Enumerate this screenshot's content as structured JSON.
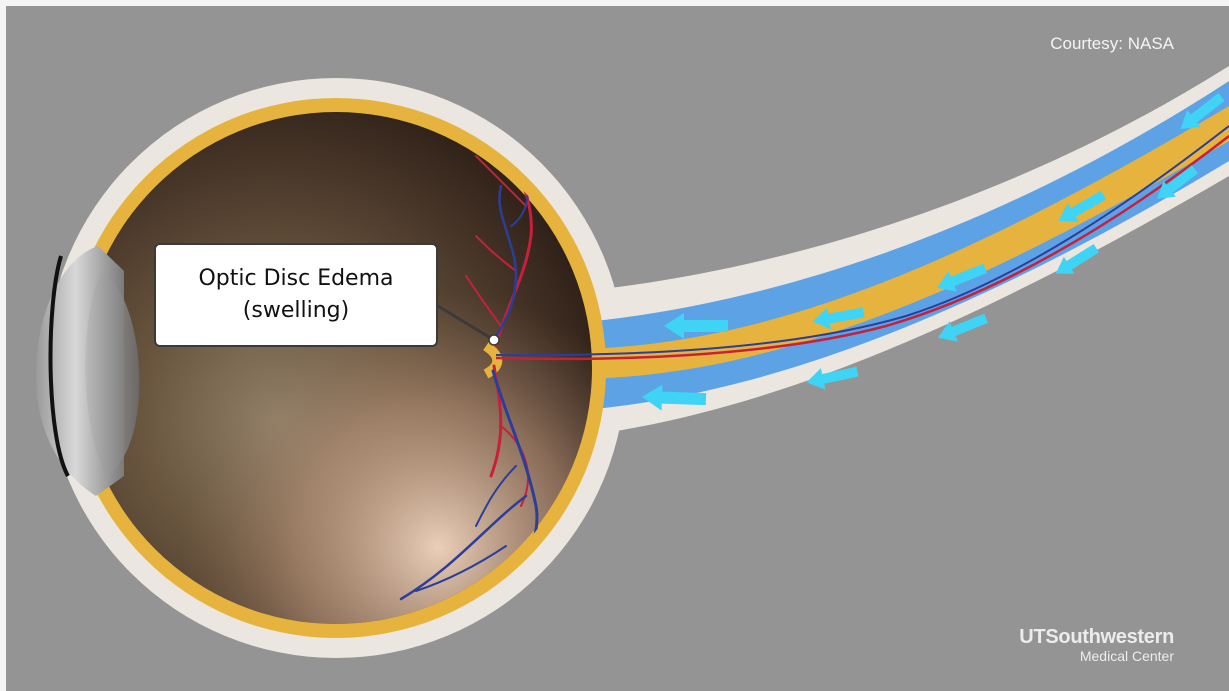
{
  "courtesy": "Courtesy: NASA",
  "callout": {
    "line1": "Optic Disc Edema",
    "line2": "(swelling)"
  },
  "logo": {
    "brand_prefix": "UT",
    "brand_name": "Southwestern",
    "subtitle": "Medical Center"
  },
  "colors": {
    "background": "#949494",
    "sheath": "#ebe7e0",
    "sclera_band": "#e6b43e",
    "csf_fluid": "#5ea2e6",
    "flow_arrows": "#3fd3f5",
    "artery": "#c8203a",
    "vein": "#2b3f9a"
  },
  "icons": [
    "flow-arrow-icon"
  ]
}
